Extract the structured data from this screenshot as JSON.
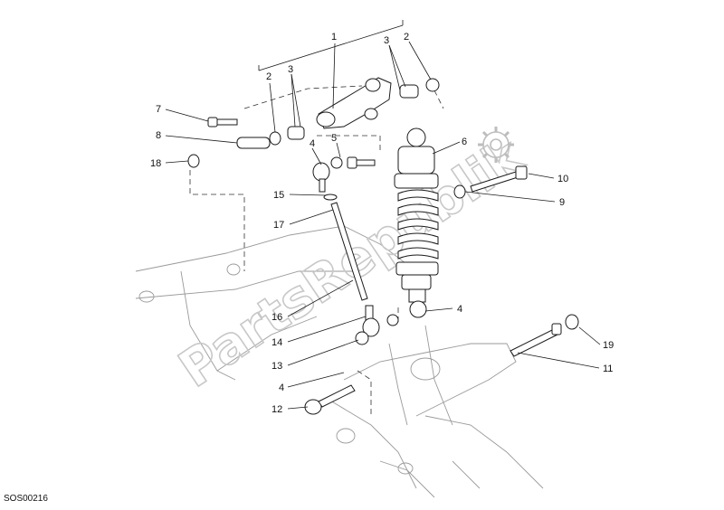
{
  "diagram_code": "SOS00216",
  "watermark": "PartsRepublik",
  "callouts": [
    {
      "id": "c1",
      "text": "1"
    },
    {
      "id": "c2a",
      "text": "2"
    },
    {
      "id": "c2b",
      "text": "2"
    },
    {
      "id": "c3a",
      "text": "3"
    },
    {
      "id": "c3b",
      "text": "3"
    },
    {
      "id": "c4a",
      "text": "4"
    },
    {
      "id": "c4b",
      "text": "4"
    },
    {
      "id": "c4c",
      "text": "4"
    },
    {
      "id": "c5",
      "text": "5"
    },
    {
      "id": "c6",
      "text": "6"
    },
    {
      "id": "c7",
      "text": "7"
    },
    {
      "id": "c8",
      "text": "8"
    },
    {
      "id": "c9",
      "text": "9"
    },
    {
      "id": "c10",
      "text": "10"
    },
    {
      "id": "c11",
      "text": "11"
    },
    {
      "id": "c12",
      "text": "12"
    },
    {
      "id": "c13",
      "text": "13"
    },
    {
      "id": "c14",
      "text": "14"
    },
    {
      "id": "c15",
      "text": "15"
    },
    {
      "id": "c16",
      "text": "16"
    },
    {
      "id": "c17",
      "text": "17"
    },
    {
      "id": "c18",
      "text": "18"
    },
    {
      "id": "c19",
      "text": "19"
    }
  ]
}
